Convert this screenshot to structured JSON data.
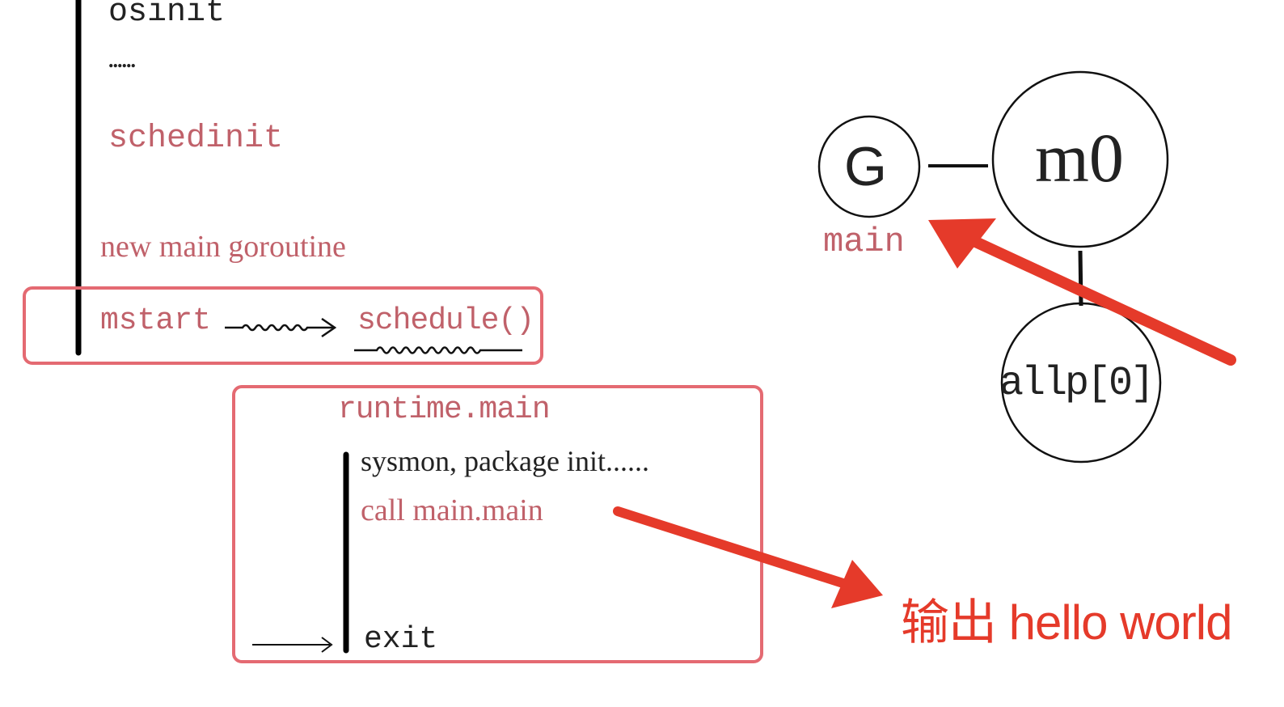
{
  "boot_sequence": {
    "osinit": "osinit",
    "ellipsis": "......",
    "schedinit": "schedinit",
    "new_main_goroutine": "new main goroutine",
    "mstart": "mstart",
    "schedule": "schedule()"
  },
  "runtime_main_box": {
    "title": "runtime.main",
    "sysmon": "sysmon, package init......",
    "call_main": "call main.main",
    "exit": "exit"
  },
  "gmp": {
    "g_node": "G",
    "g_caption": "main",
    "m_node": "m0",
    "p_node": "allp[0]"
  },
  "output_annotation": "输出 hello world",
  "colors": {
    "red_text": "#c0616a",
    "box_border": "#e46a72",
    "arrow_red": "#e53a2a",
    "black": "#111111"
  }
}
